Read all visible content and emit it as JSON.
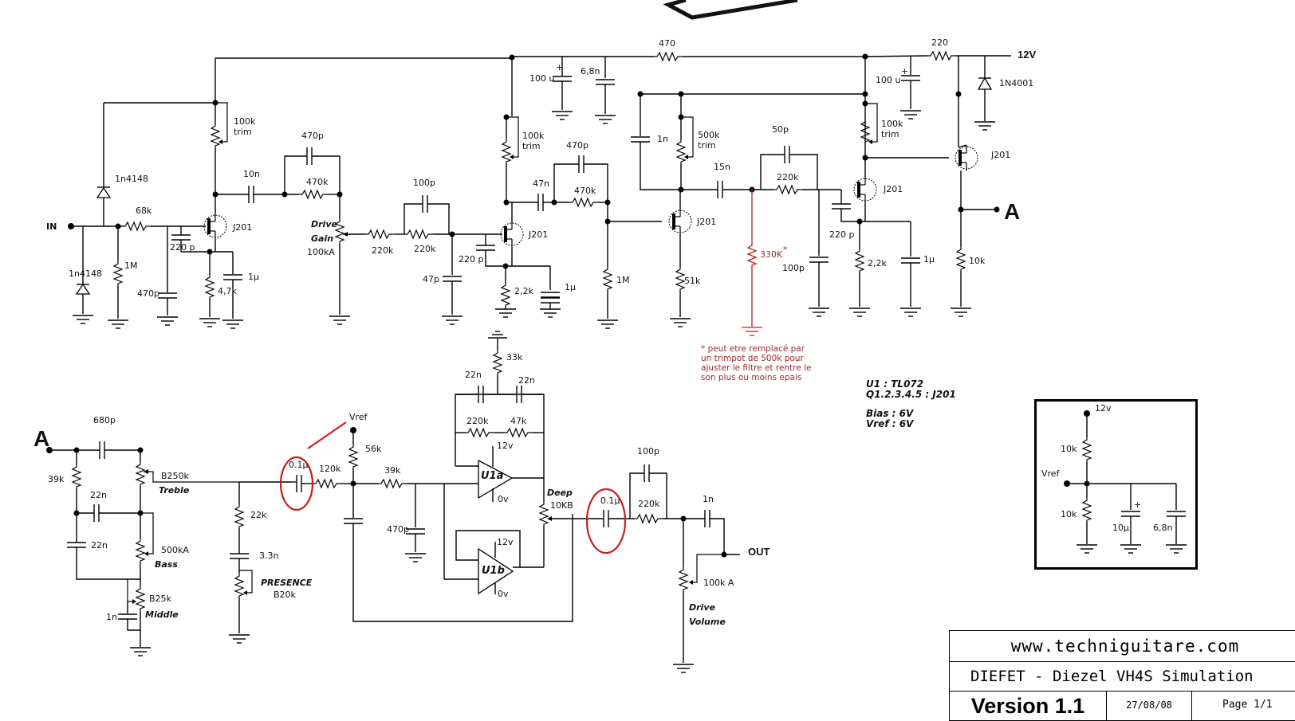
{
  "supply": {
    "label": "12V",
    "r_470": "470",
    "r_220": "220",
    "c_100u_a": "100 u",
    "c_6n8": "6,8n",
    "c_100u_b": "100 u",
    "diode": "1N4001"
  },
  "stage1": {
    "input_label": "IN",
    "d_top": "1n4148",
    "d_bottom": "1n4148",
    "r_in": "68k",
    "r_gnd": "1M",
    "c_gnd": "470p",
    "c_gate": "220 p",
    "jfet": "J201",
    "trim": "100k",
    "trim_sub": "trim",
    "r_source": "4,7k",
    "c_source": "1µ",
    "c_coupling": "10n",
    "c_fb": "470p",
    "r_fb": "470k",
    "pot_name_1": "Drive",
    "pot_name_2": "Gain",
    "pot_value": "100kA"
  },
  "stage2": {
    "r_a": "220k",
    "r_b": "220k",
    "c_par": "100p",
    "c_gnd": "47p",
    "c_gate": "220 p",
    "jfet": "J201",
    "trim": "100k",
    "trim_sub": "trim",
    "r_source": "2,2k",
    "c_source": "1µ",
    "c_coupling": "47n",
    "c_fb": "470p",
    "r_fb": "470k",
    "r_gnd": "1M"
  },
  "stage3": {
    "c_1n": "1n",
    "trim": "500k",
    "trim_sub": "trim",
    "jfet": "J201",
    "r_source": "51k",
    "c_coupling": "15n",
    "r_red": "330K",
    "r_red_mark": "*",
    "c_par": "50p",
    "r_series": "220k",
    "c_gnd": "100p"
  },
  "stage4": {
    "jfet": "J201",
    "trim": "100k",
    "trim_sub": "trim",
    "c_gate": "220 p",
    "r_source": "2,2k",
    "c_source": "1µ"
  },
  "stage5": {
    "jfet": "J201",
    "r_source": "10k",
    "out_label": "A"
  },
  "note_red": [
    "* peut etre remplacé par",
    "un trimpot de 500k pour",
    "ajuster le filtre et rentre le",
    "son plus ou moins epais"
  ],
  "parts": {
    "u1": "U1 : TL072",
    "q": "Q1.2.3.4.5 : J201",
    "bias": "Bias : 6V",
    "vref": "Vref : 6V"
  },
  "tonestack": {
    "in_label": "A",
    "c_top": "680p",
    "r_39k": "39k",
    "c_22n_a": "22n",
    "c_22n_b": "22n",
    "treble_val": "B250k",
    "treble_name": "Treble",
    "bass_val": "500kA",
    "bass_name": "Bass",
    "middle_val": "B25k",
    "middle_name": "Middle",
    "c_mid": "1n",
    "r_pres": "22k",
    "c_pres": "3.3n",
    "pres_name": "PRESENCE",
    "pres_val": "B20k"
  },
  "opamp": {
    "c_in": "0.1µ",
    "r_in": "120k",
    "vref": "Vref",
    "r_vref": "56k",
    "r_39k": "39k",
    "c_470p": "470p",
    "r_33k": "33k",
    "c_22n_a": "22n",
    "c_22n_b": "22n",
    "r_220k": "220k",
    "r_47k": "47k",
    "u1a": "U1a",
    "u1b": "U1b",
    "v12": "12v",
    "v0": "0v",
    "deep_name": "Deep",
    "deep_val": "10KB"
  },
  "output": {
    "c_in": "0.1µ",
    "c_par": "100p",
    "r_series": "220k",
    "c_out": "1n",
    "out_label": "OUT",
    "vol_val": "100k A",
    "vol_name_1": "Drive",
    "vol_name_2": "Volume"
  },
  "vref_box": {
    "v12": "12v",
    "r_top": "10k",
    "vref": "Vref",
    "r_bot": "10k",
    "c_10u": "10µ",
    "c_6n8": "6,8n"
  },
  "titleblock": {
    "url": "www.techniguitare.com",
    "name": "DIEFET - Diezel VH4S Simulation",
    "version": "Version 1.1",
    "date": "27/08/08",
    "page": "Page 1/1"
  }
}
